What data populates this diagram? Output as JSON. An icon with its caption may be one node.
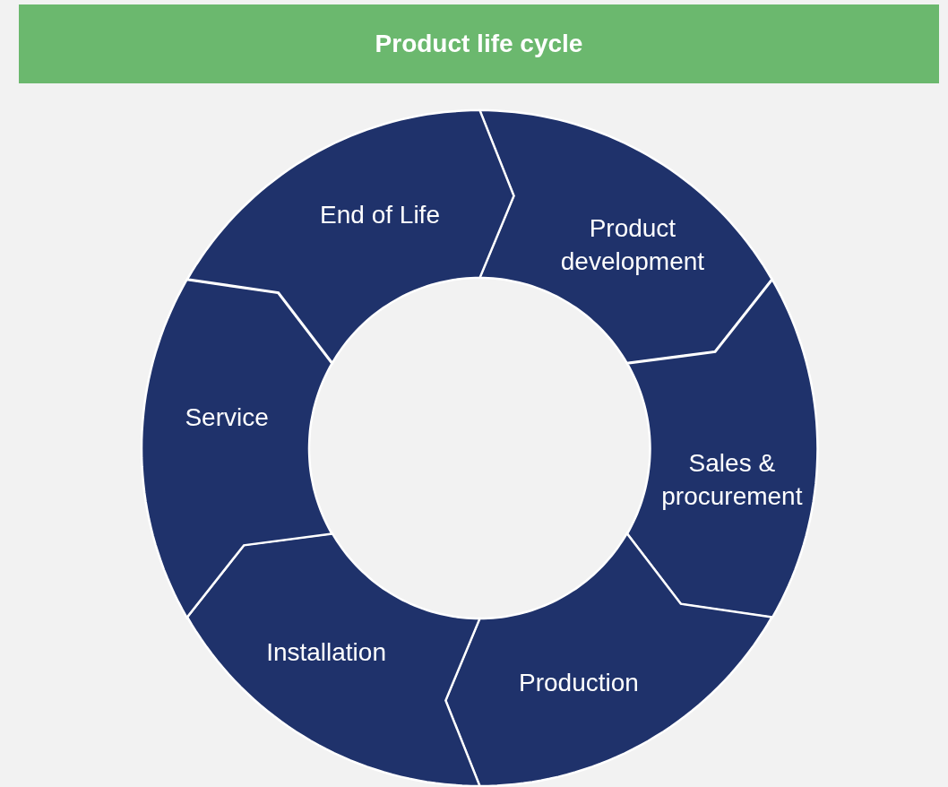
{
  "diagram": {
    "title": "Product life cycle",
    "nodes": [
      {
        "text": [
          "Product development"
        ]
      },
      {
        "text": [
          "Sales & procurement"
        ]
      },
      {
        "text": [
          "Production"
        ]
      },
      {
        "text": [
          "Installation"
        ]
      },
      {
        "text": [
          "Service"
        ]
      },
      {
        "text": [
          "End of Life"
        ]
      }
    ]
  }
}
